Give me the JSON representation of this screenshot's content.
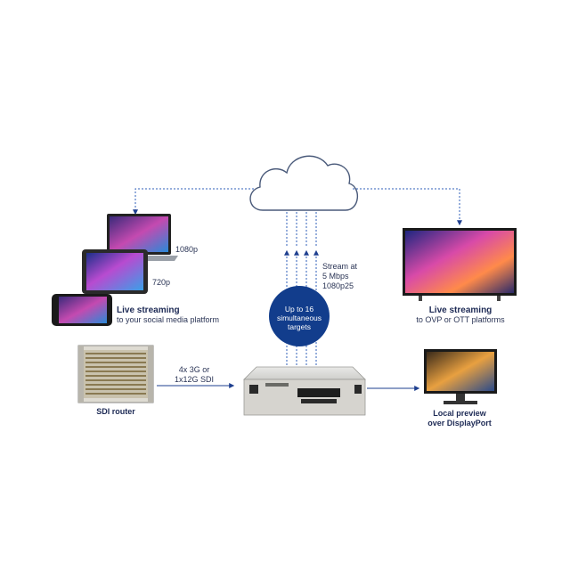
{
  "cloud": {
    "icon": "cloud-icon"
  },
  "stream_note": [
    "Stream at",
    "5 Mbps",
    "1080p25"
  ],
  "badge": {
    "lines": [
      "Up to 16",
      "simultaneous",
      "targets"
    ],
    "color": "#123d8c"
  },
  "left_devices": {
    "laptop_res": "1080p",
    "tablet_res": "720p",
    "title": "Live streaming",
    "subtitle": "to your social media platform"
  },
  "right_tv": {
    "title": "Live streaming",
    "subtitle": "to OVP or OTT platforms"
  },
  "router": {
    "label": "SDI router"
  },
  "link": {
    "lines": [
      "4x 3G or",
      "1x12G SDI"
    ]
  },
  "preview": {
    "title": "Local preview",
    "subtitle": "over DisplayPort"
  },
  "colors": {
    "connector": "#2f5fb8",
    "arrow": "#1e3f8f",
    "text_dark": "#1d2a55"
  }
}
